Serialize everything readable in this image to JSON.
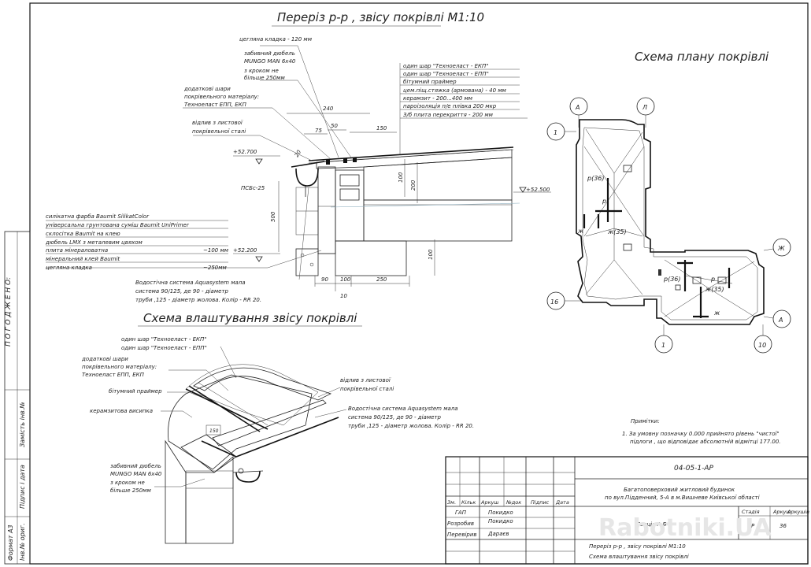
{
  "sheet": {
    "section_title": "Переріз р-р , звісу покрівлі М1:10",
    "plan_title": "Схема плану покрівлі",
    "iso_title": "Схема влаштування звісу покрівлі"
  },
  "left_strip": {
    "pogodzheno": "П О Г О Д Ж Е Н О:",
    "zamist": "Замість інв.№",
    "pidpys": "Підпис і дата",
    "inv": "Інв.№ ориг.",
    "format": "Формат А3"
  },
  "section": {
    "top_notes": [
      "цегляна кладка - 120 мм",
      "забивний дюбель",
      "MUNGO MAN 6х40",
      "з кроком не",
      "більше 250мм"
    ],
    "extra_layers": [
      "додаткові шари",
      "покрівельного матеріалу:",
      "Техноеласт ЕПП, ЕКП"
    ],
    "gutter_note": [
      "відлив з листової",
      "покрівельної сталі"
    ],
    "roof_layers": [
      "один шар \"Техноеласт - ЕКП\"",
      "один шар \"Техноеласт - ЕПП\"",
      "бітумний праймер",
      "цем.піщ.стяжка (армована) - 40 мм",
      "керамзит              - 200...400 мм",
      "пароізоляція п/е плівка 200 мкр",
      "З/б плита перекриття   - 200 мм"
    ],
    "wall_layers": [
      "силікатна фарба Baumit SilikatColor",
      "універсальна грунтована суміш Baumit UniPrimer",
      "склосітка Baumit на клею",
      "дюбель LMX з металевим цвяхом",
      "плита мінераловатна",
      "мінеральний клей Baumit",
      "цегляна кладка"
    ],
    "wall_thk": [
      "~100 мм",
      "~250мм"
    ],
    "level_top": "+52.700",
    "level_bottom": "+52.200",
    "level_right": "+52.500",
    "psb": "ПСБс-25",
    "dim_240": "240",
    "dim_75": "75",
    "dim_50": "50",
    "dim_150": "150",
    "dim_20": "20",
    "dim_500": "500",
    "dim_100a": "100",
    "dim_200": "200",
    "dim_100b": "100",
    "dim_90": "90",
    "dim_100c": "100",
    "dim_250": "250",
    "dim_10": "10",
    "drain_note": [
      "Водостічна система Aquasystem мала",
      "система 90/125, де 90 - діаметр",
      "труби ,125 - діаметр жолова. Колір - RR 20."
    ]
  },
  "plan": {
    "axes": {
      "A1": "А",
      "L": "Л",
      "one_top": "1",
      "sixteen": "16",
      "zh": "Ж",
      "A2": "А",
      "one_bottom": "1",
      "ten": "10"
    },
    "marks": {
      "r36a": "р(36)",
      "r1": "р",
      "zh1": "ж",
      "zh35a": "ж(35)",
      "r36b": "р(36)",
      "r2": "р",
      "zh35b": "ж(35)",
      "zh2": "ж"
    }
  },
  "iso": {
    "layers_top": [
      "один шар \"Техноеласт - ЕКП\"",
      "один шар \"Техноеласт - ЕПП\""
    ],
    "extra_layers": [
      "додаткові шари",
      "покрівельного матеріалу:",
      "Техноеласт ЕПП, ЕКП"
    ],
    "primer": "бітумний праймер",
    "keramzit": "керамзитова висипка",
    "gutter_note": [
      "відлив з листової",
      "покрівельної сталі"
    ],
    "drain_note": [
      "Водостічна система Aquasystem мала",
      "система 90/125, де 90 - діаметр",
      "труби ,125 - діаметр жолова. Колір - RR 20."
    ],
    "dowel": [
      "забивний дюбель",
      "MUNGO MAN 6х40",
      "з кроком не",
      "більше 250мм"
    ],
    "dim_150": "150"
  },
  "notes": {
    "title": "Примітки:",
    "lines": [
      "1. За умовну позначку 0.000 прийнято рівень \"чистої\"",
      "підлоги , що відповідає абсолютній відмітці 177.00."
    ]
  },
  "title_block": {
    "code": "04-05-1-АР",
    "project_l1": "Багатоповерховий житловий будинок",
    "project_l2": "по вул.Підденний, 5-А в м.Вишневе Київської області",
    "headers": [
      "Зм.",
      "Кільк",
      "Аркуш",
      "№док",
      "Підпис",
      "Дата"
    ],
    "roles": [
      "ГАП",
      "Розробив",
      "Перевірив"
    ],
    "names": [
      "Покидко",
      "Покидко",
      "Дараєв"
    ],
    "section": "Секція А,Б",
    "stage_h": "Стадія",
    "sheet_h": "Аркуш",
    "sheets_h": "Аркушів",
    "stage": "Р",
    "sheet_no": "36",
    "drawing_l1": "Переріз р-р , звісу покрівлі М1:10",
    "drawing_l2": "Схема влаштування звісу покрівлі"
  },
  "watermark": "Rabotniki.UA"
}
